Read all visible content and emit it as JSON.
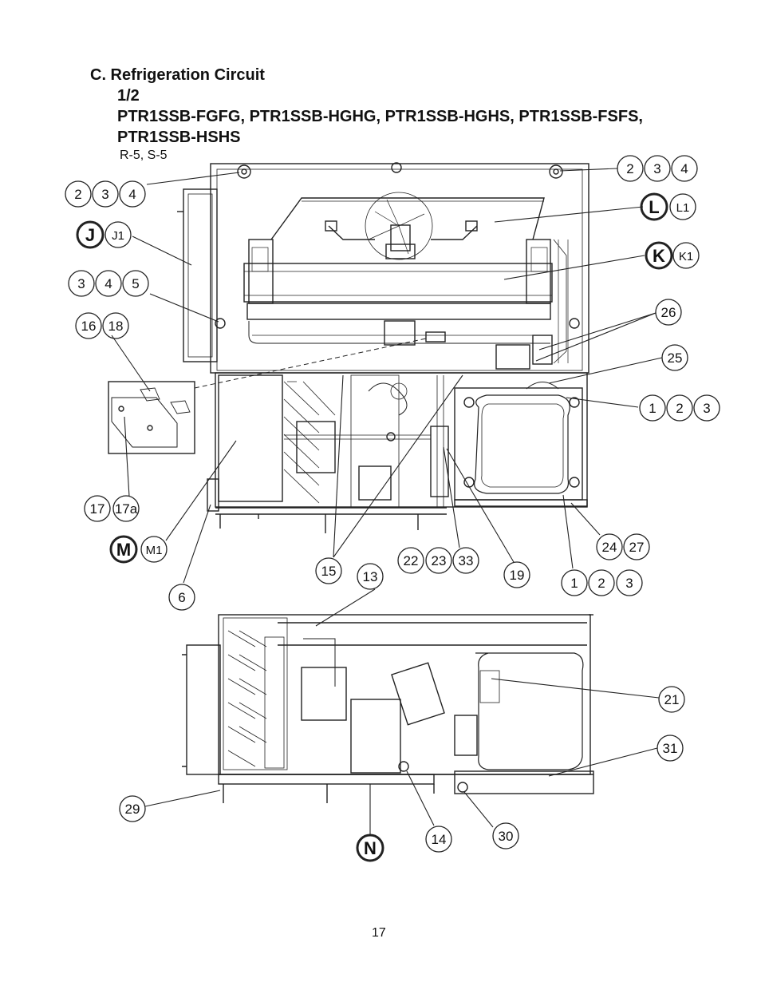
{
  "header": {
    "section_title": "C. Refrigeration Circuit",
    "part": "1/2",
    "models_line1": "PTR1SSB-FGFG, PTR1SSB-HGHG, PTR1SSB-HGHS, PTR1SSB-FSFS,",
    "models_line2": "PTR1SSB-HSHS",
    "revision": "R-5, S-5"
  },
  "callouts": {
    "c234_left": [
      "2",
      "3",
      "4"
    ],
    "c234_right": [
      "2",
      "3",
      "4"
    ],
    "c345": [
      "3",
      "4",
      "5"
    ],
    "c1618": [
      "16",
      "18"
    ],
    "c1717a": [
      "17",
      "17a"
    ],
    "c123_right": [
      "1",
      "2",
      "3"
    ],
    "c123_bottom": [
      "1",
      "2",
      "3"
    ],
    "c2427": [
      "24",
      "27"
    ],
    "c222333": [
      "22",
      "23",
      "33"
    ],
    "c6": "6",
    "c15": "15",
    "c13": "13",
    "c19": "19",
    "c25": "25",
    "c26": "26",
    "c21": "21",
    "c31": "31",
    "c29": "29",
    "c14": "14",
    "c30": "30"
  },
  "assemblies": {
    "J": {
      "letter": "J",
      "code": "J1"
    },
    "K": {
      "letter": "K",
      "code": "K1"
    },
    "L": {
      "letter": "L",
      "code": "L1"
    },
    "M": {
      "letter": "M",
      "code": "M1"
    },
    "N": {
      "letter": "N"
    }
  },
  "footer": {
    "page_number": "17"
  }
}
